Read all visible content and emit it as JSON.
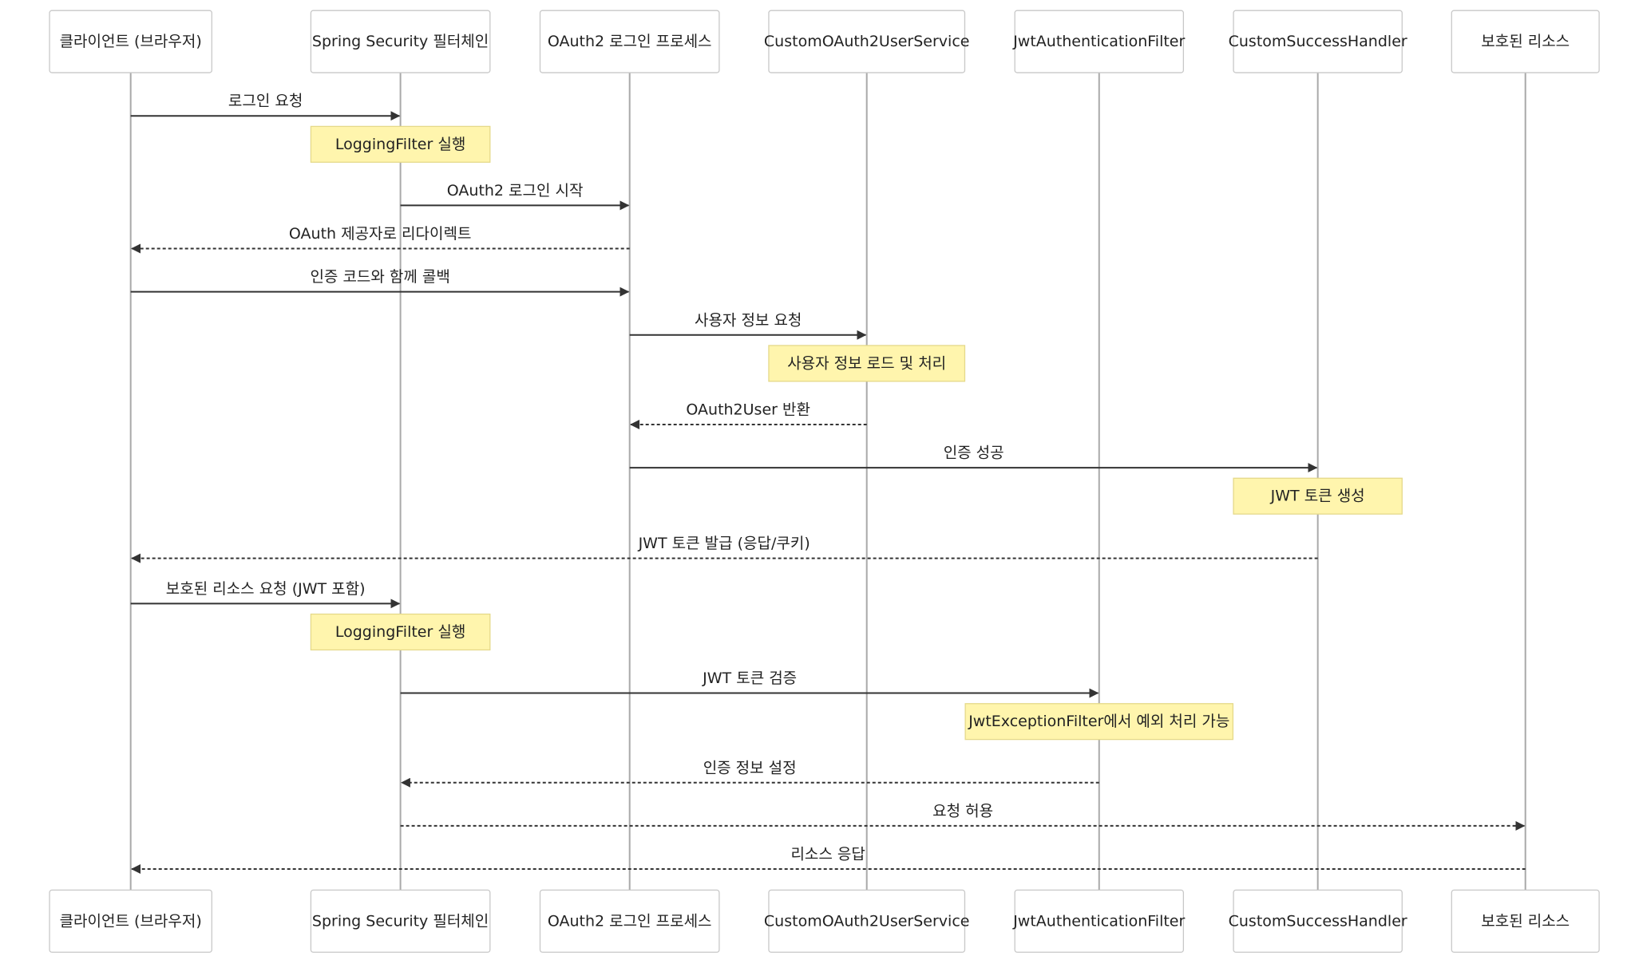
{
  "participants": [
    {
      "id": "client",
      "label": "클라이언트 (브라우저)"
    },
    {
      "id": "filterchain",
      "label": "Spring Security 필터체인"
    },
    {
      "id": "oauth2",
      "label": "OAuth2 로그인 프로세스"
    },
    {
      "id": "userservice",
      "label": "CustomOAuth2UserService"
    },
    {
      "id": "jwtfilter",
      "label": "JwtAuthenticationFilter"
    },
    {
      "id": "successhandler",
      "label": "CustomSuccessHandler"
    },
    {
      "id": "resource",
      "label": "보호된 리소스"
    }
  ],
  "events": [
    {
      "kind": "message",
      "from": "client",
      "to": "filterchain",
      "label": "로그인 요청",
      "style": "solid"
    },
    {
      "kind": "note",
      "over": "filterchain",
      "label": "LoggingFilter 실행"
    },
    {
      "kind": "message",
      "from": "filterchain",
      "to": "oauth2",
      "label": "OAuth2 로그인 시작",
      "style": "solid"
    },
    {
      "kind": "message",
      "from": "oauth2",
      "to": "client",
      "label": "OAuth 제공자로 리다이렉트",
      "style": "dashed"
    },
    {
      "kind": "message",
      "from": "client",
      "to": "oauth2",
      "label": "인증 코드와 함께 콜백",
      "style": "solid"
    },
    {
      "kind": "message",
      "from": "oauth2",
      "to": "userservice",
      "label": "사용자 정보 요청",
      "style": "solid"
    },
    {
      "kind": "note",
      "over": "userservice",
      "label": "사용자 정보 로드 및 처리"
    },
    {
      "kind": "message",
      "from": "userservice",
      "to": "oauth2",
      "label": "OAuth2User 반환",
      "style": "dashed"
    },
    {
      "kind": "message",
      "from": "oauth2",
      "to": "successhandler",
      "label": "인증 성공",
      "style": "solid"
    },
    {
      "kind": "note",
      "over": "successhandler",
      "label": "JWT 토큰 생성"
    },
    {
      "kind": "message",
      "from": "successhandler",
      "to": "client",
      "label": "JWT 토큰 발급 (응답/쿠키)",
      "style": "dashed"
    },
    {
      "kind": "message",
      "from": "client",
      "to": "filterchain",
      "label": "보호된 리소스 요청 (JWT 포함)",
      "style": "solid"
    },
    {
      "kind": "note",
      "over": "filterchain",
      "label": "LoggingFilter 실행"
    },
    {
      "kind": "message",
      "from": "filterchain",
      "to": "jwtfilter",
      "label": "JWT 토큰 검증",
      "style": "solid"
    },
    {
      "kind": "note",
      "over": "jwtfilter",
      "label": "JwtExceptionFilter에서 예외 처리 가능"
    },
    {
      "kind": "message",
      "from": "jwtfilter",
      "to": "filterchain",
      "label": "인증 정보 설정",
      "style": "dashed"
    },
    {
      "kind": "message",
      "from": "filterchain",
      "to": "resource",
      "label": "요청 허용",
      "style": "dashed"
    },
    {
      "kind": "message",
      "from": "resource",
      "to": "client",
      "label": "리소스 응답",
      "style": "dashed"
    }
  ]
}
